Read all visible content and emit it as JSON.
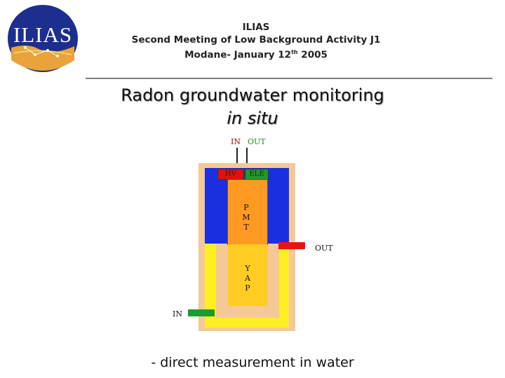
{
  "header": {
    "line1": "ILIAS",
    "line2": "Second Meeting of Low Background Activity J1",
    "line3_prefix": "Modane- January 12",
    "line3_sup": "th",
    "line3_suffix": " 2005"
  },
  "logo": {
    "text": "ILIAS",
    "icon": "ilias-logo"
  },
  "slide": {
    "title": "Radon groundwater monitoring",
    "subtitle": "in situ"
  },
  "diagram": {
    "top_in_label": "IN",
    "top_out_label": "OUT",
    "hv_label": "HV",
    "ele_label": "ELE",
    "pmt_letters": [
      "P",
      "M",
      "T"
    ],
    "yap_letters": [
      "Y",
      "A",
      "P"
    ],
    "side_out_label": "OUT",
    "side_in_label": "IN",
    "colors": {
      "outer_frame": "#f5c898",
      "water_blue": "#1a2fe0",
      "water_yellow": "#ffee22",
      "pmt": "#ff9922",
      "yap": "#ffcc22",
      "hv": "#e01010",
      "ele": "#1e9a2e",
      "out_port": "#ee1111",
      "in_port": "#1e9a2e",
      "in_label": "#cc0000",
      "out_label": "#2a8a2a"
    }
  },
  "caption": "- direct measurement in water"
}
